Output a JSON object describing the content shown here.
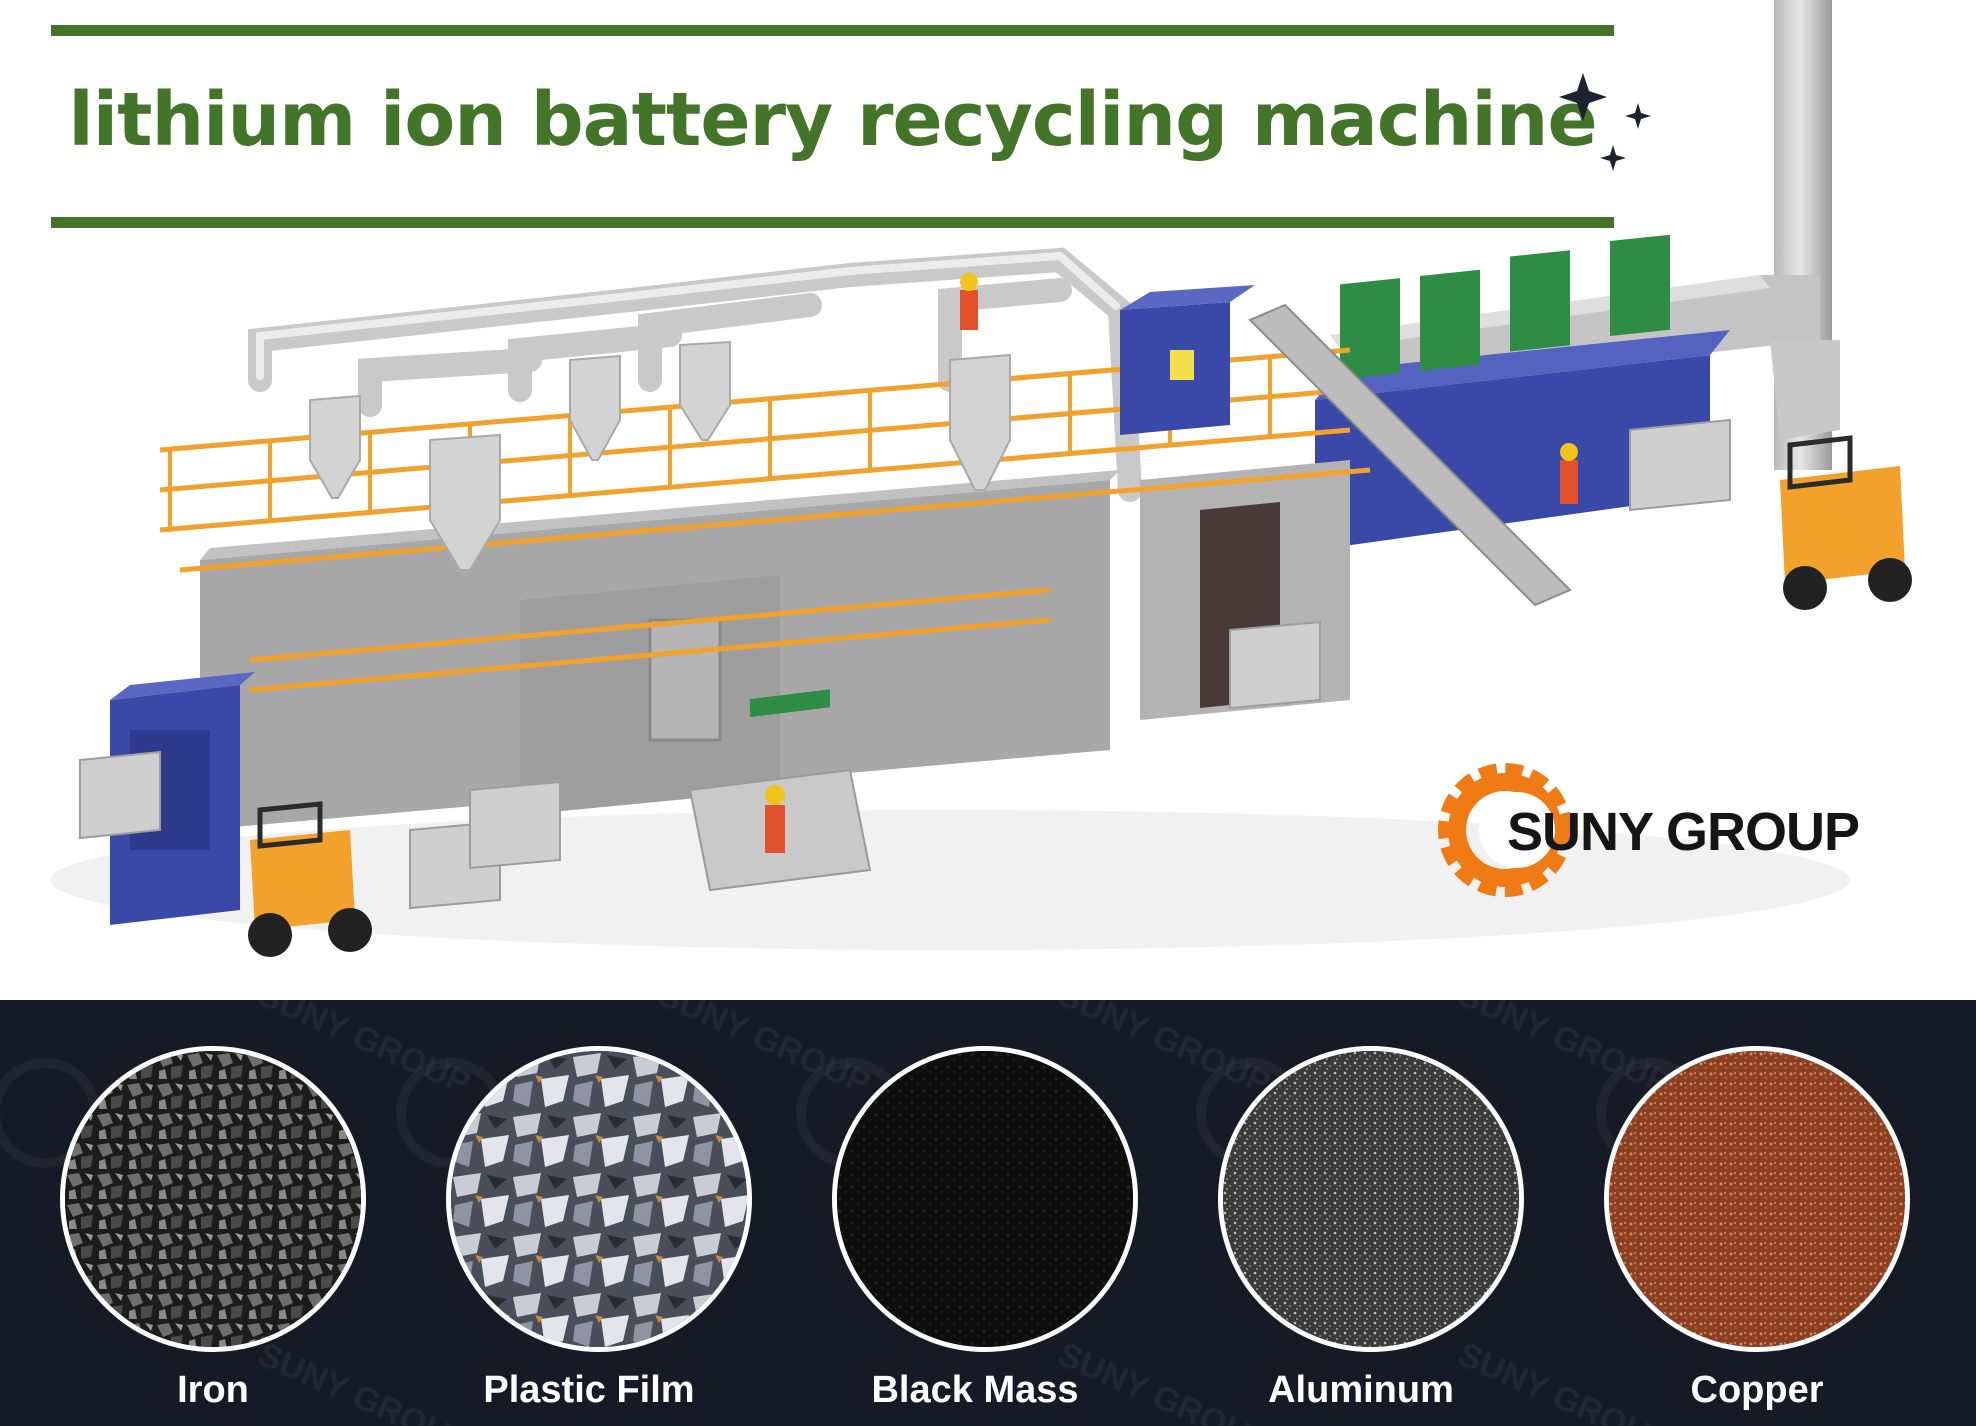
{
  "header": {
    "title": "lithium ion battery recycling machine"
  },
  "brand": {
    "name": "SUNY GROUP",
    "watermark": "SUNY GROUP"
  },
  "products": [
    {
      "label": "Iron",
      "icon": "iron-granules-image"
    },
    {
      "label": "Plastic Film",
      "icon": "plastic-film-flakes-image"
    },
    {
      "label": "Black Mass",
      "icon": "black-mass-powder-image"
    },
    {
      "label": "Aluminum",
      "icon": "aluminum-granules-image"
    },
    {
      "label": "Copper",
      "icon": "copper-granules-image"
    }
  ],
  "colors": {
    "title_green": "#437528",
    "bottom_bg": "#161a27",
    "machine_blue": "#3a49a8",
    "railing_orange": "#f2a12b",
    "logo_orange": "#f07b14"
  }
}
